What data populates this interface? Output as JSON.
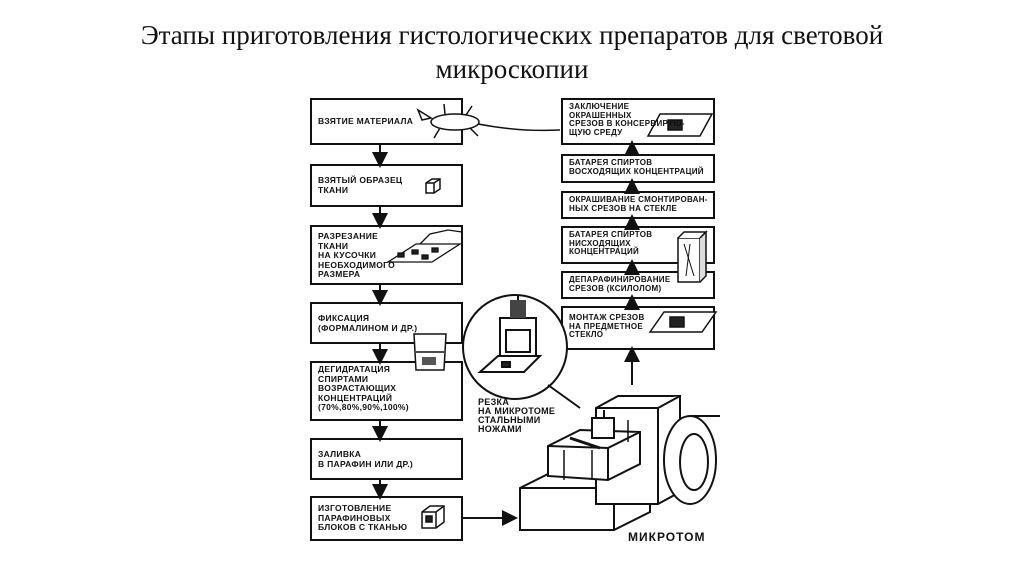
{
  "slide": {
    "title_line1": "Этапы приготовления гистологических препаратов для световой",
    "title_line2": "микроскопии"
  },
  "left_steps": [
    {
      "label": "ВЗЯТИЕ МАТЕРИАЛА",
      "icon": "rat-icon"
    },
    {
      "label": "ВЗЯТЫЙ ОБРАЗЕЦ\nТКАНИ",
      "icon": "tissue-cube-icon"
    },
    {
      "label": "РАЗРЕЗАНИЕ\nТКАНИ\nНА КУСОЧКИ\nНЕОБХОДИМОГО\nРАЗМЕРА",
      "icon": "cutting-icon"
    },
    {
      "label": "ФИКСАЦИЯ\n(ФОРМАЛИНОМ И ДР.)",
      "icon": "beaker-icon"
    },
    {
      "label": "ДЕГИДРАТАЦИЯ\nСПИРТАМИ\nВОЗРАСТАЮЩИХ\nКОНЦЕНТРАЦИЙ\n(70%,80%,90%,100%)",
      "icon": "jar-icon"
    },
    {
      "label": "ЗАЛИВКА\nВ ПАРАФИН ИЛИ ДР.)",
      "icon": ""
    },
    {
      "label": "ИЗГОТОВЛЕНИЕ\nПАРАФИНОВЫХ\nБЛОКОВ С ТКАНЬЮ",
      "icon": "paraffin-block-icon"
    }
  ],
  "right_steps": [
    {
      "label": "ЗАКЛЮЧЕНИЕ\nОКРАШЕННЫХ\nСРЕЗОВ  В КОНСЕРВИРУЮ-\nЩУЮ СРЕДУ",
      "icon": "slide-icon"
    },
    {
      "label": "БАТАРЕЯ СПИРТОВ\nВОСХОДЯЩИХ КОНЦЕНТРАЦИЙ",
      "icon": ""
    },
    {
      "label": "ОКРАШИВАНИЕ СМОНТИРОВАН-\nНЫХ СРЕЗОВ НА СТЕКЛЕ",
      "icon": ""
    },
    {
      "label": "БАТАРЕЯ СПИРТОВ\nНИСХОДЯЩИХ\nКОНЦЕНТРАЦИЙ",
      "icon": "staining-jar-icon"
    },
    {
      "label": "ДЕПАРАФИНИРОВАНИЕ\nСРЕЗОВ  (КСИЛОЛОМ)",
      "icon": ""
    },
    {
      "label": "МОНТАЖ СРЕЗОВ\nНА ПРЕДМЕТНОЕ\nСТЕКЛО",
      "icon": "slide-icon"
    }
  ],
  "cutting": {
    "label": "РЕЗКА\nНА МИКРОТОМЕ\nСТАЛЬНЫМИ\nНОЖАМИ"
  },
  "microtome": {
    "label": "МИКРОТОМ"
  }
}
